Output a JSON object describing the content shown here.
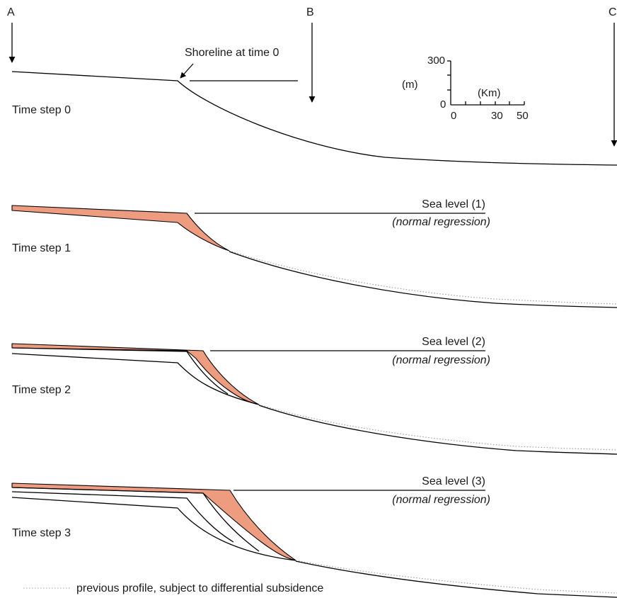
{
  "markers": {
    "a": "A",
    "b": "B",
    "c": "C"
  },
  "step0": {
    "label": "Time step 0",
    "shoreline_label": "Shoreline at time 0"
  },
  "scale": {
    "y_unit": "(m)",
    "y_top": "300",
    "y_zero": "0",
    "x_unit": "(Km)",
    "x_ticks": [
      "0",
      "30",
      "50"
    ]
  },
  "step1": {
    "label": "Time step 1",
    "sea_level": "Sea level (1)",
    "regression": "(normal regression)"
  },
  "step2": {
    "label": "Time step 2",
    "sea_level": "Sea level (2)",
    "regression": "(normal regression)"
  },
  "step3": {
    "label": "Time step 3",
    "sea_level": "Sea level (3)",
    "regression": "(normal regression)"
  },
  "legend": {
    "dotted_label": "previous profile, subject to differential subsidence"
  },
  "colors": {
    "sediment": "#ee9c80",
    "line": "#000000",
    "dotted": "#999999"
  }
}
